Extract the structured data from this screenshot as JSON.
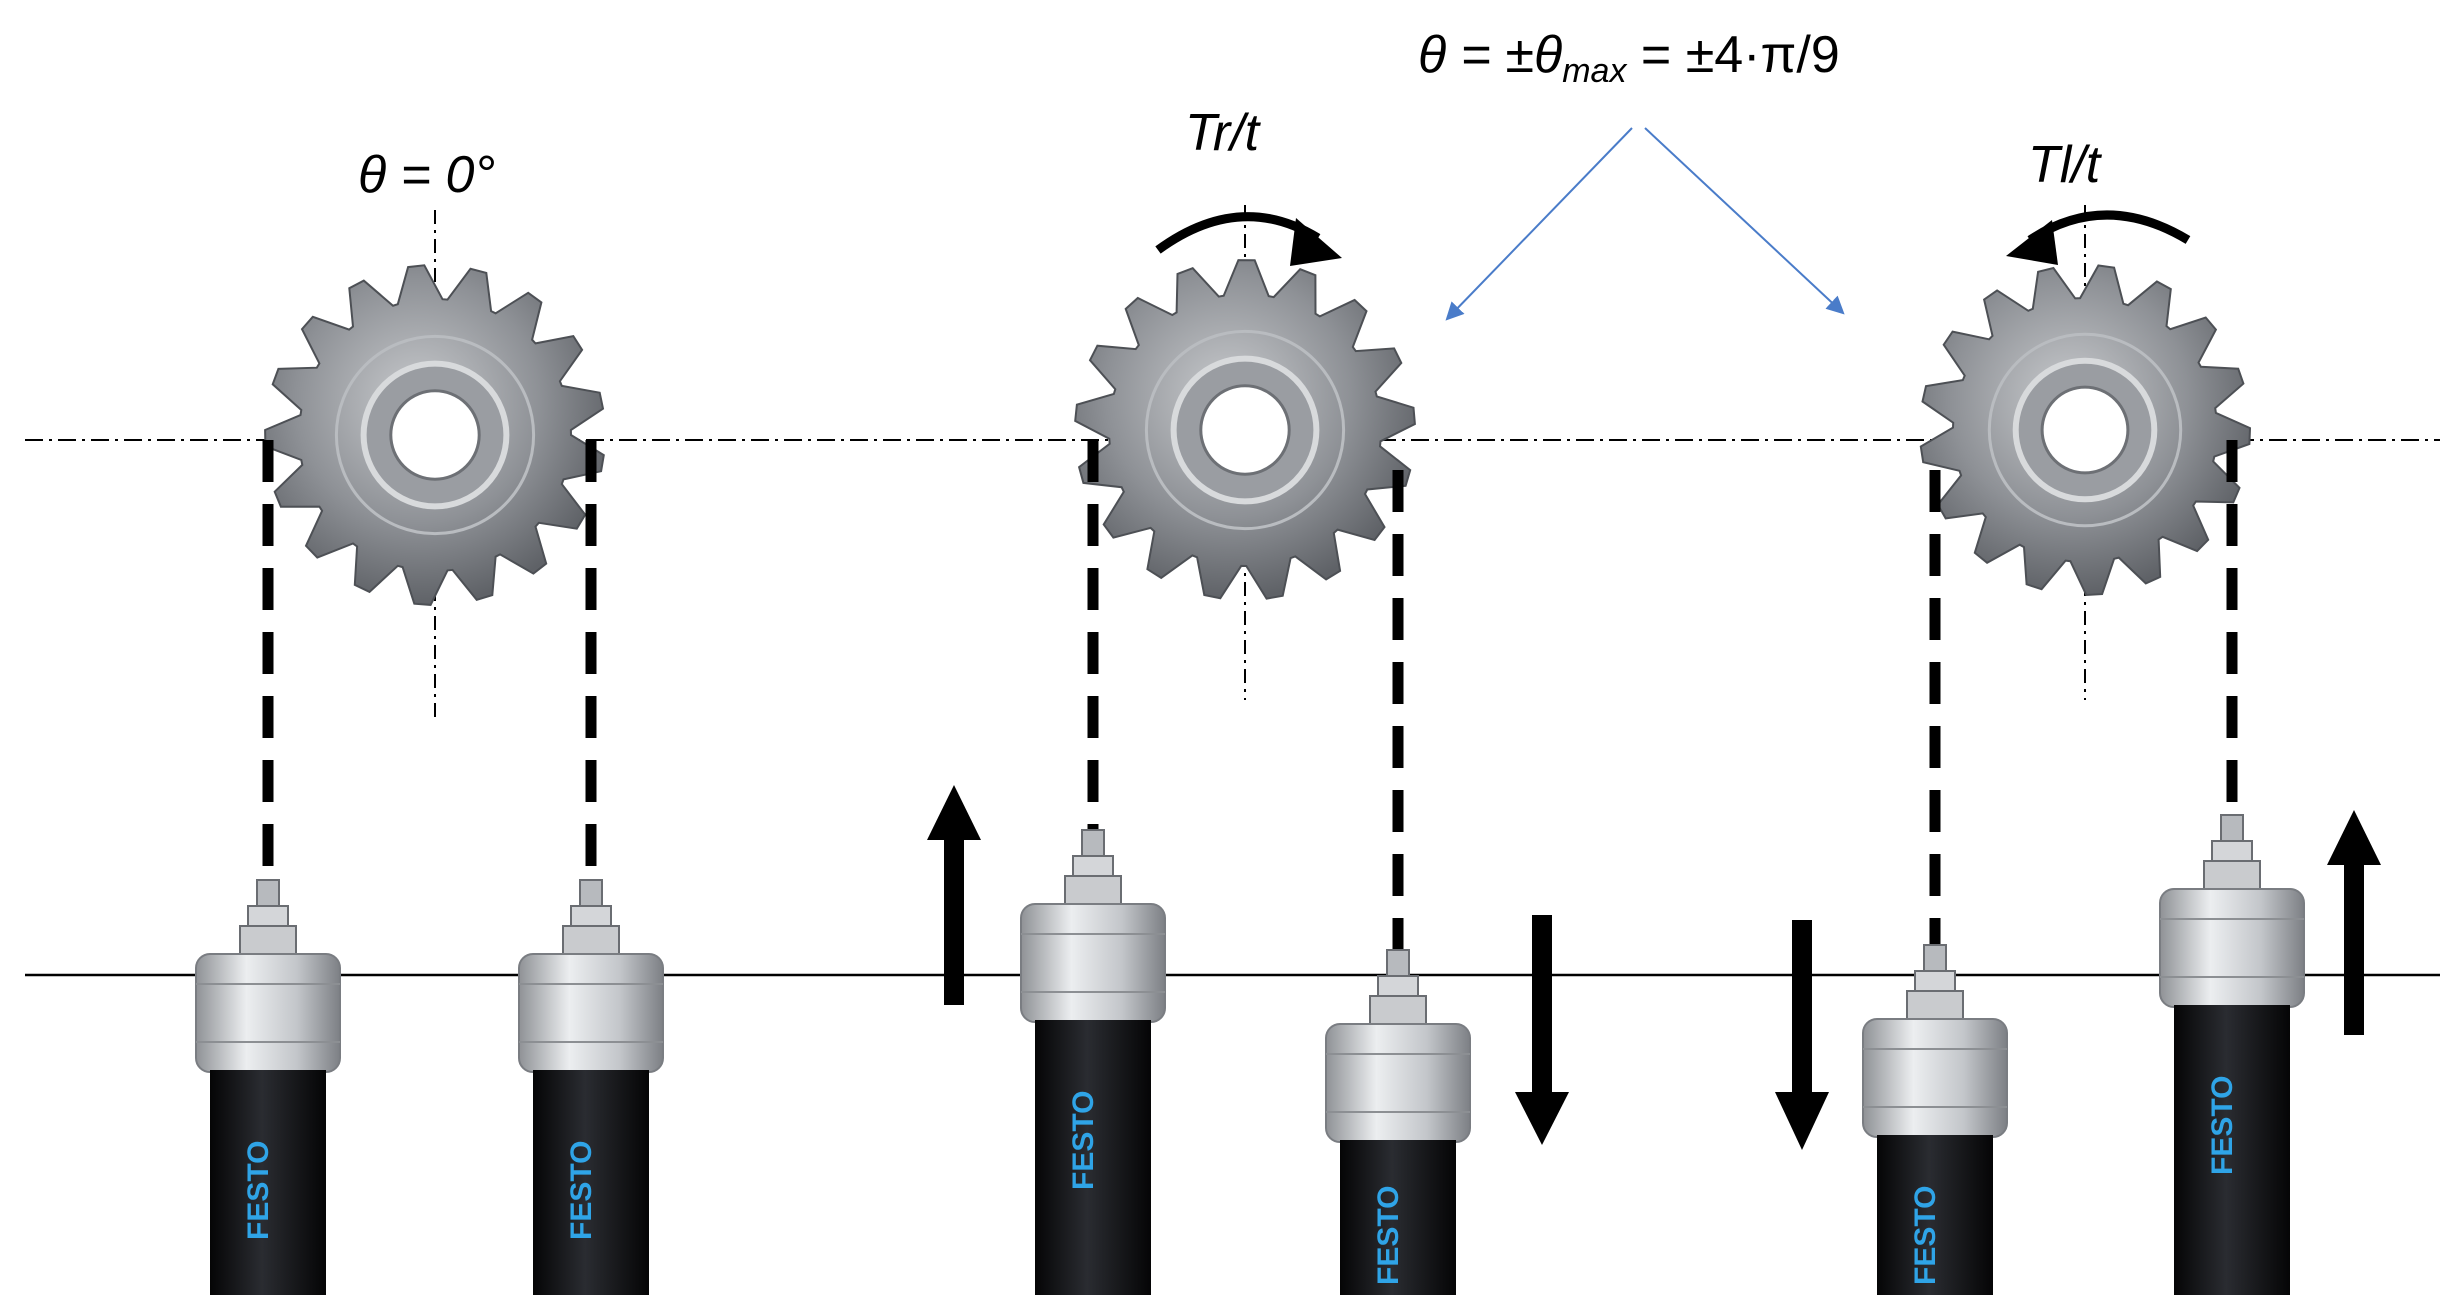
{
  "labels": {
    "theta_top": "θ = ±θmax = ±4·π/9",
    "theta_top_pre": "θ = ±θ",
    "theta_top_sub": "max",
    "theta_top_post": " = ±4·π/9",
    "theta_zero": "θ = 0°",
    "torque_right": "Tr/t",
    "torque_left": "Tl/t",
    "brand": "FESTO"
  },
  "colors": {
    "gear": "#8e9196",
    "gear_dark": "#55585d",
    "muscle_body": "#111215",
    "fitting": "#c7c9cc",
    "brand_text": "#2fa4e7",
    "pointer_arrow": "#4a7cc9",
    "line": "#000000"
  },
  "icons": [
    "sprocket-icon",
    "pneumatic-muscle-icon",
    "rotation-arrow-icon",
    "up-arrow-icon",
    "down-arrow-icon"
  ]
}
